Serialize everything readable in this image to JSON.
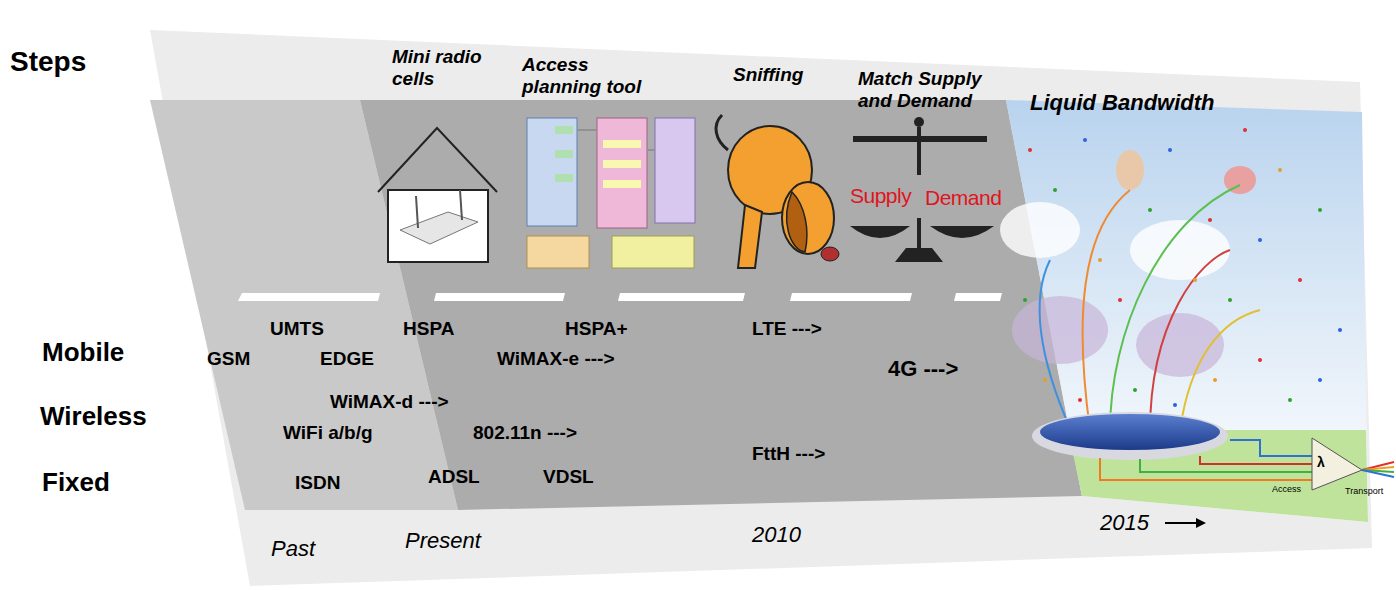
{
  "diagram": {
    "labels": [
      "Steps",
      "Mini radio cells",
      "Access planning tool",
      "Sniffing",
      "Match Supply and Demand",
      "Liquid Bandwidth",
      "Supply",
      "Demand",
      "UMTS",
      "HSPA",
      "HSPA+",
      "LTE --->",
      "Mobile",
      "GSM",
      "EDGE",
      "WiMAX-e --->",
      "4G --->",
      "Wireless",
      "WiMAX-d --->",
      "WiFi a/b/g",
      "802.11n --->",
      "FttH --->",
      "Fixed",
      "ISDN",
      "ADSL",
      "VDSL",
      "λ",
      "Access",
      "Transport",
      "Past",
      "Present",
      "2010",
      "2015"
    ]
  }
}
